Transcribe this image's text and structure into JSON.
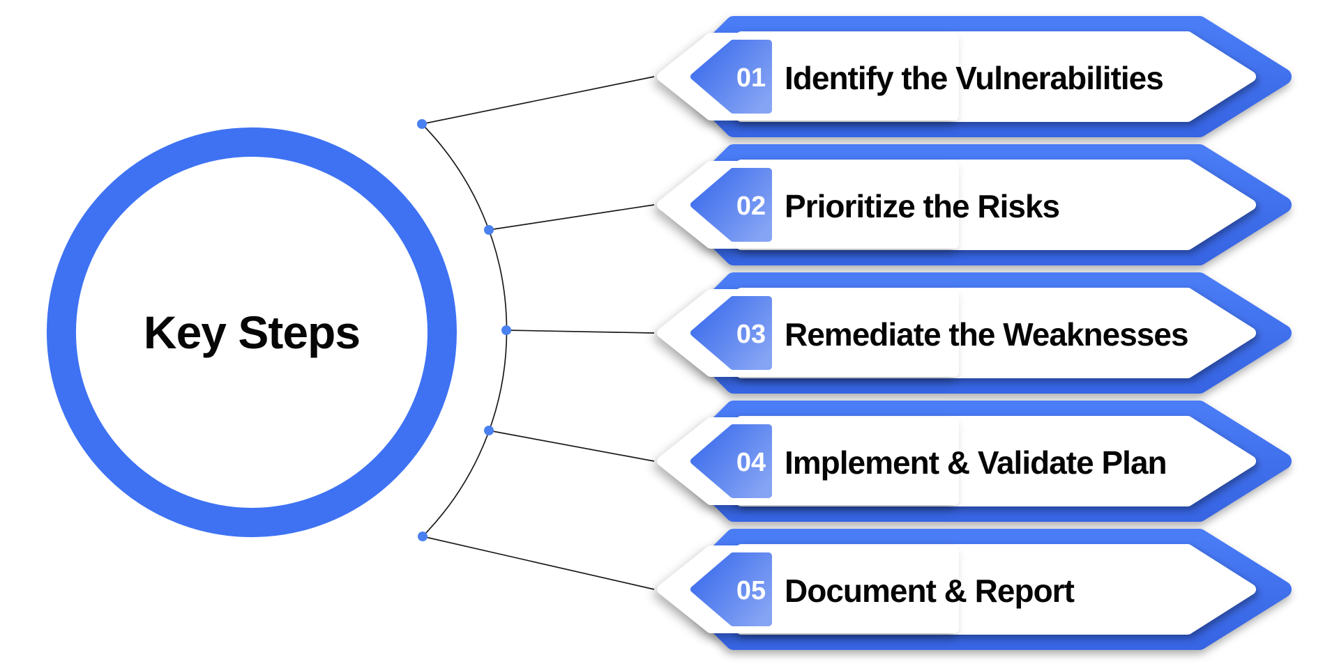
{
  "title": "Key Steps",
  "steps": [
    {
      "number": "01",
      "label": "Identify the Vulnerabilities"
    },
    {
      "number": "02",
      "label": "Prioritize the Risks"
    },
    {
      "number": "03",
      "label": "Remediate the Weaknesses"
    },
    {
      "number": "04",
      "label": "Implement & Validate Plan"
    },
    {
      "number": "05",
      "label": "Document & Report"
    }
  ],
  "colors": {
    "accent_blue": "#3E72F3",
    "banner_gradient_top": "#4A7CF6",
    "banner_gradient_bottom": "#3765E3",
    "badge_gradient_start": "#3B6CEC",
    "badge_gradient_end": "#86A4F4",
    "connector_line": "#1A1A1A",
    "connector_dot": "#4A80F0",
    "text": "#050505",
    "background": "#FFFFFF"
  }
}
